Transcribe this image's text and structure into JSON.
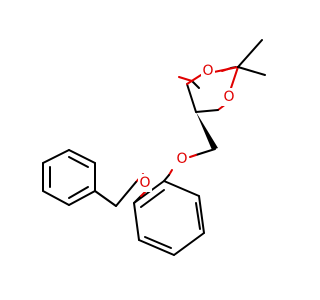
{
  "molecule": {
    "atoms": {
      "o_ring_upper": {
        "symbol": "O",
        "color": "#e00000"
      },
      "o_ring_lower": {
        "symbol": "O",
        "color": "#e00000"
      },
      "o_ether_upper": {
        "symbol": "O",
        "color": "#e00000"
      },
      "o_ether_lower": {
        "symbol": "O",
        "color": "#e00000"
      }
    },
    "bond_color": "#000000"
  }
}
